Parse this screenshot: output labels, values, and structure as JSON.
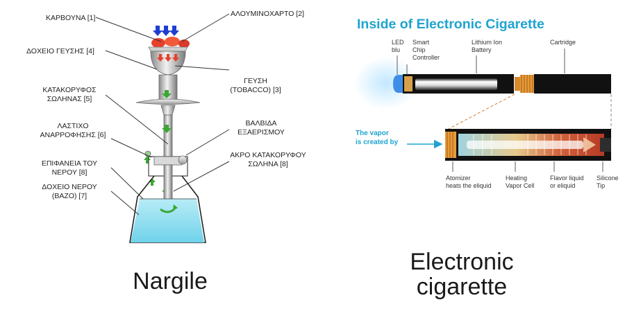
{
  "nargile": {
    "caption": "Nargile",
    "labels": {
      "coal": "ΚΑΡΒΟΥΝΑ [1]",
      "foil": "ΑΛΟΥΜΙΝΟΧΑΡΤΟ [2]",
      "bowl_1": "ΔΟΧΕΙΟ ΓΕΥΣΗΣ [4]",
      "tobacco_1": "ΓΕΥΣΗ",
      "tobacco_2": "(TOBACCO) [3]",
      "stem_1": "ΚΑΤΑΚΟΡΥΦΟΣ",
      "stem_2": "ΣΩΛΗΝΑΣ [5]",
      "valve_1": "ΒΑΛΒΙΔΑ",
      "valve_2": "ΕΞΑΕΡΙΣΜΟΥ",
      "hose_1": "ΛΑΣΤΙΧΟ",
      "hose_2": "ΑΝΑΡΡΟΦΗΣΗΣ [6]",
      "stemtip_1": "ΑΚΡΟ ΚΑΤΑΚΟΡΥΦΟΥ",
      "stemtip_2": "ΣΩΛΗΝΑ [8]",
      "surface_1": "ΕΠΙΦΑΝΕΙΑ ΤΟΥ",
      "surface_2": "ΝΕΡΟΥ [8]",
      "vase_1": "ΔΟΧΕΙΟ ΝΕΡΟΥ",
      "vase_2": "(ΒΑΖΟ) [7]"
    }
  },
  "ecig": {
    "title": "Inside of Electronic Cigarette",
    "caption_1": "Electronic",
    "caption_2": "cigarette",
    "labels": {
      "led_1": "LED",
      "led_2": "blu",
      "chip_1": "Smart",
      "chip_2": "Chip",
      "chip_3": "Controller",
      "battery_1": "Lithium Ion",
      "battery_2": "Battery",
      "cartridge": "Cartridge",
      "vapor_1": "The vapor",
      "vapor_2": "is created by",
      "atomizer_1": "Atomizer",
      "atomizer_2": "heats the eliquid",
      "heating_1": "Heating",
      "heating_2": "Vapor Cell",
      "flavor_1": "Flavor liquid",
      "flavor_2": "or eliquid",
      "silicone_1": "Silicone",
      "silicone_2": "Tip"
    }
  },
  "colors": {
    "accent_blue": "#1fa3d0",
    "water": "#8fdff0",
    "arrow_green": "#3aa832",
    "coal_red": "#e8402a",
    "down_blue": "#1e3fd0"
  }
}
